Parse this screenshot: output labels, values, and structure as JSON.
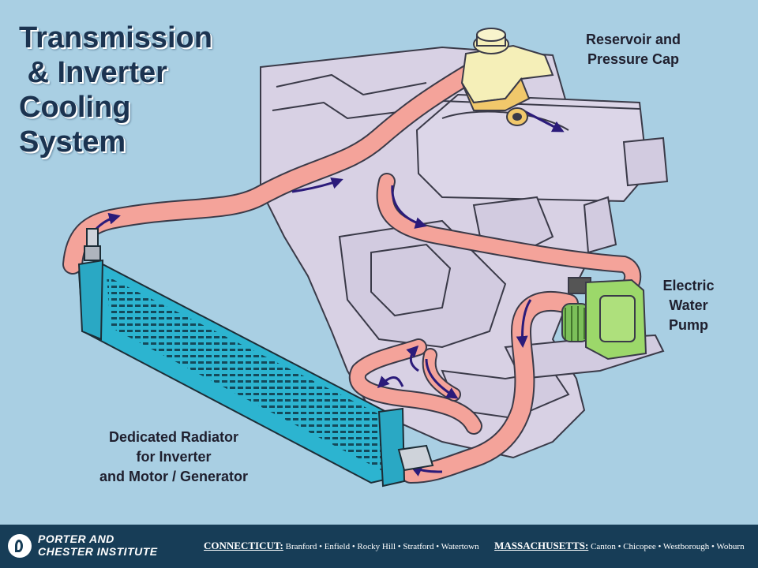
{
  "title": {
    "lines": [
      "Transmission",
      " & Inverter",
      "Cooling",
      "System"
    ]
  },
  "labels": {
    "reservoir": [
      "Reservoir and",
      "Pressure Cap"
    ],
    "pump": [
      "Electric",
      "Water",
      "Pump"
    ],
    "radiator": [
      "Dedicated Radiator",
      "for Inverter",
      "and Motor / Generator"
    ]
  },
  "footer": {
    "institute": [
      "PORTER AND",
      "CHESTER INSTITUTE"
    ],
    "connecticut_state": "CONNECTICUT:",
    "connecticut_cities": "Branford • Enfield • Rocky Hill • Stratford • Watertown",
    "massachusetts_state": "MASSACHUSETTS:",
    "massachusetts_cities": "Canton • Chicopee • Westborough • Woburn"
  },
  "colors": {
    "background": "#a9cfe3",
    "engine": "#d8d1e4",
    "hose": "#f4a39a",
    "radiator": "#2cb4d0",
    "pump": "#9cd86a",
    "reservoir": "#f5efb8",
    "flow_arrow": "#2b1b7a",
    "footer": "#173d57"
  }
}
